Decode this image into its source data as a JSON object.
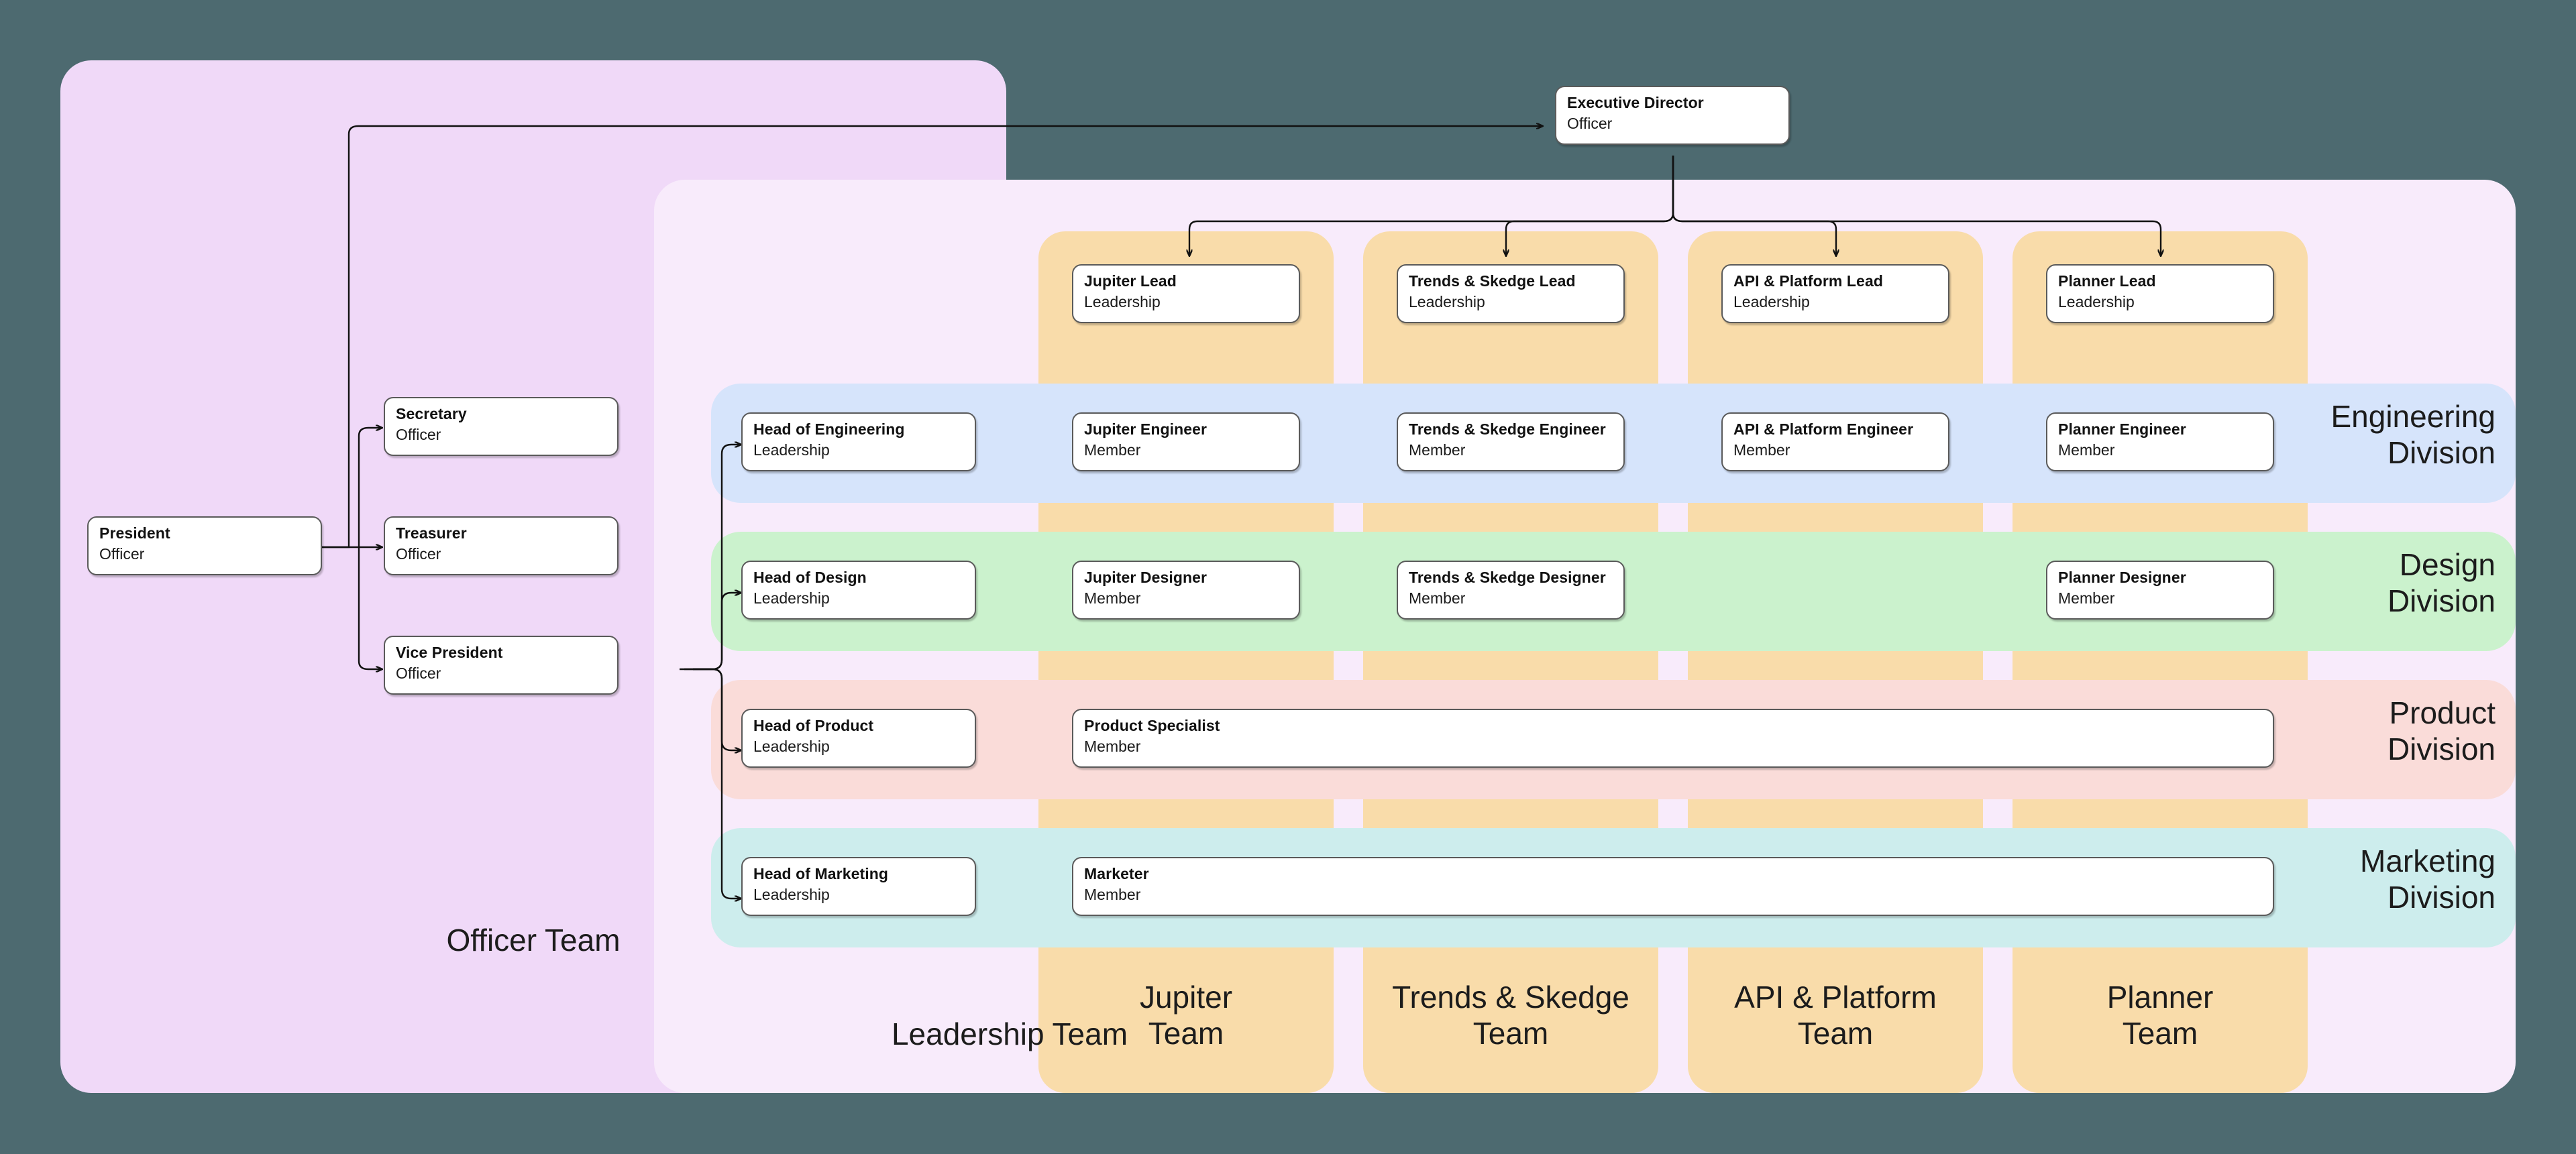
{
  "diagram": {
    "type": "org-chart",
    "background_color": "#4d6a70"
  },
  "groups": {
    "officer_team": {
      "label": "Officer Team",
      "color": "#f0d9f8"
    },
    "leadership_team": {
      "label": "Leadership Team",
      "color": "#f8ebfb"
    }
  },
  "divisions": [
    {
      "label": "Engineering\nDivision",
      "color": "#d6e4fb"
    },
    {
      "label": "Design\nDivision",
      "color": "#cbf2cd"
    },
    {
      "label": "Product\nDivision",
      "color": "#fadcd9"
    },
    {
      "label": "Marketing\nDivision",
      "color": "#cdeded"
    }
  ],
  "teams": [
    {
      "label": "Jupiter\nTeam",
      "color": "#f9dcaa"
    },
    {
      "label": "Trends & Skedge\nTeam",
      "color": "#f9dcaa"
    },
    {
      "label": "API & Platform\nTeam",
      "color": "#f9dcaa"
    },
    {
      "label": "Planner\nTeam",
      "color": "#f9dcaa"
    }
  ],
  "nodes": {
    "president": {
      "title": "President",
      "role": "Officer"
    },
    "secretary": {
      "title": "Secretary",
      "role": "Officer"
    },
    "treasurer": {
      "title": "Treasurer",
      "role": "Officer"
    },
    "vice_president": {
      "title": "Vice President",
      "role": "Officer"
    },
    "executive_director": {
      "title": "Executive Director",
      "role": "Officer"
    },
    "jupiter_lead": {
      "title": "Jupiter Lead",
      "role": "Leadership"
    },
    "trends_lead": {
      "title": "Trends & Skedge Lead",
      "role": "Leadership"
    },
    "api_lead": {
      "title": "API & Platform Lead",
      "role": "Leadership"
    },
    "planner_lead": {
      "title": "Planner Lead",
      "role": "Leadership"
    },
    "head_engineering": {
      "title": "Head of Engineering",
      "role": "Leadership"
    },
    "jupiter_engineer": {
      "title": "Jupiter Engineer",
      "role": "Member"
    },
    "trends_engineer": {
      "title": "Trends & Skedge Engineer",
      "role": "Member"
    },
    "api_engineer": {
      "title": "API & Platform Engineer",
      "role": "Member"
    },
    "planner_engineer": {
      "title": "Planner Engineer",
      "role": "Member"
    },
    "head_design": {
      "title": "Head of Design",
      "role": "Leadership"
    },
    "jupiter_designer": {
      "title": "Jupiter Designer",
      "role": "Member"
    },
    "trends_designer": {
      "title": "Trends & Skedge Designer",
      "role": "Member"
    },
    "planner_designer": {
      "title": "Planner Designer",
      "role": "Member"
    },
    "head_product": {
      "title": "Head of Product",
      "role": "Leadership"
    },
    "product_specialist": {
      "title": "Product Specialist",
      "role": "Member"
    },
    "head_marketing": {
      "title": "Head of Marketing",
      "role": "Leadership"
    },
    "marketer": {
      "title": "Marketer",
      "role": "Member"
    }
  },
  "edges": [
    {
      "from": "president",
      "to": "executive_director"
    },
    {
      "from": "president",
      "to": "secretary"
    },
    {
      "from": "president",
      "to": "treasurer"
    },
    {
      "from": "president",
      "to": "vice_president"
    },
    {
      "from": "executive_director",
      "to": "jupiter_lead"
    },
    {
      "from": "executive_director",
      "to": "trends_lead"
    },
    {
      "from": "executive_director",
      "to": "api_lead"
    },
    {
      "from": "executive_director",
      "to": "planner_lead"
    },
    {
      "from": "vice_president",
      "to": "head_engineering"
    },
    {
      "from": "vice_president",
      "to": "head_design"
    },
    {
      "from": "vice_president",
      "to": "head_product"
    },
    {
      "from": "vice_president",
      "to": "head_marketing"
    }
  ]
}
